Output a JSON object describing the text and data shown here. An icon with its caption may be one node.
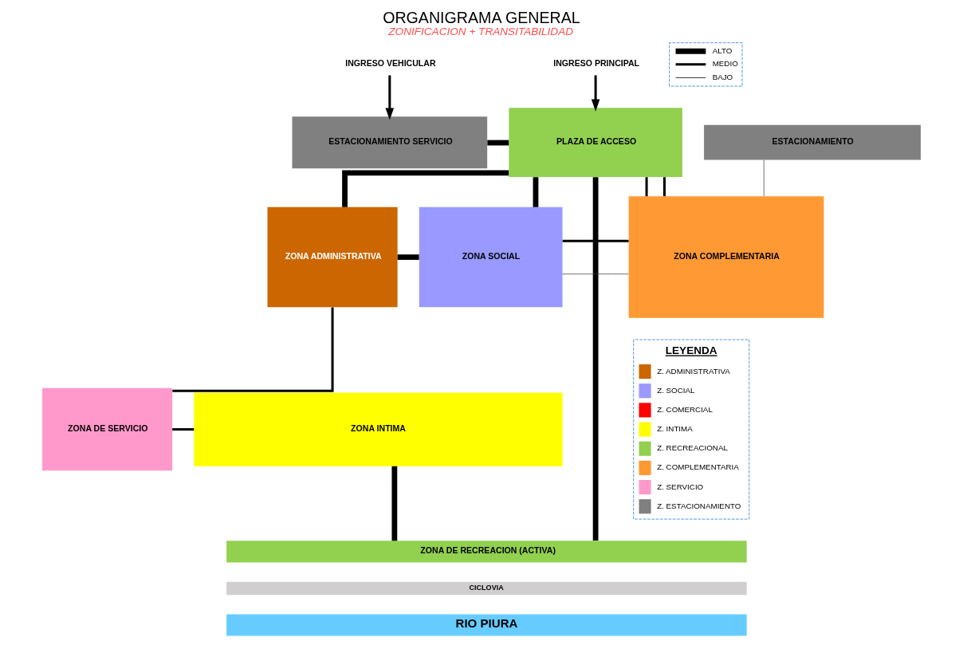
{
  "diagram": {
    "title": "ORGANIGRAMA GENERAL",
    "caption": "ZONIFICACION + TRANSITABILIDAD",
    "nodes": [
      {
        "text": [
          "INGRESO VEHICULAR"
        ]
      },
      {
        "text": [
          "INGRESO PRINCIPAL"
        ]
      },
      {
        "text": [
          "ESTACIONAMIENTO SERVICIO"
        ]
      },
      {
        "text": [
          "PLAZA DE ACCESO"
        ]
      },
      {
        "text": [
          "ESTACIONAMIENTO"
        ]
      },
      {
        "text": [
          "ZONA COMPLEMENTARIA"
        ]
      },
      {
        "text": [
          "ZONA ADMINISTRATIVA"
        ]
      },
      {
        "text": [
          "ZONA SOCIAL"
        ]
      },
      {
        "text": [
          "ZONA DE SERVICIO"
        ]
      },
      {
        "text": [
          "ZONA INTIMA"
        ]
      },
      {
        "text": [
          "ZONA DE RECREACION (ACTIVA)"
        ]
      },
      {
        "text": [
          "CICLOVIA"
        ]
      },
      {
        "text": [
          "RIO PIURA"
        ]
      }
    ],
    "edges": [
      {
        "from": 0,
        "to": 2,
        "arrow": "to"
      },
      {
        "from": 1,
        "to": 3,
        "arrow": "to"
      },
      {
        "from": 2,
        "to": 3,
        "arrow": "none",
        "style": "thick"
      },
      {
        "from": 3,
        "to": 5,
        "arrow": "none"
      },
      {
        "from": 3,
        "to": 5,
        "arrow": "none"
      },
      {
        "from": 4,
        "to": 5,
        "arrow": "none",
        "color": "#404040"
      },
      {
        "from": 3,
        "to": 6,
        "arrow": "none",
        "style": "thick"
      },
      {
        "from": 3,
        "to": 7,
        "arrow": "none",
        "style": "thick"
      },
      {
        "from": 3,
        "to": 10,
        "arrow": "none",
        "style": "thick"
      },
      {
        "from": 6,
        "to": 7,
        "arrow": "none",
        "style": "thick"
      },
      {
        "from": 7,
        "to": 5,
        "arrow": "none"
      },
      {
        "from": 7,
        "to": 5,
        "arrow": "none",
        "color": "#404040"
      },
      {
        "from": 6,
        "to": 8,
        "arrow": "none"
      },
      {
        "from": 8,
        "to": 9,
        "arrow": "none"
      },
      {
        "from": 9,
        "to": 10,
        "arrow": "none",
        "style": "thick"
      }
    ],
    "labels": [
      "LEYENDA"
    ],
    "legend": [
      {
        "text": "ALTO"
      },
      {
        "text": "MEDIO"
      },
      {
        "text": "BAJO"
      },
      {
        "text": "Z. ADMINISTRATIVA",
        "color": "#cc6600"
      },
      {
        "text": "Z. SOCIAL",
        "color": "#9999ff"
      },
      {
        "text": "Z. COMERCIAL",
        "color": "#ff0000"
      },
      {
        "text": "Z. INTIMA",
        "color": "#ffff00"
      },
      {
        "text": "Z. RECREACIONAL",
        "color": "#92d050"
      },
      {
        "text": "Z. COMPLEMENTARIA",
        "color": "#ff9933"
      },
      {
        "text": "Z. SERVICIO",
        "color": "#ff99cc"
      },
      {
        "text": "Z. ESTACIONAMIENTO",
        "color": "#808080"
      }
    ]
  }
}
